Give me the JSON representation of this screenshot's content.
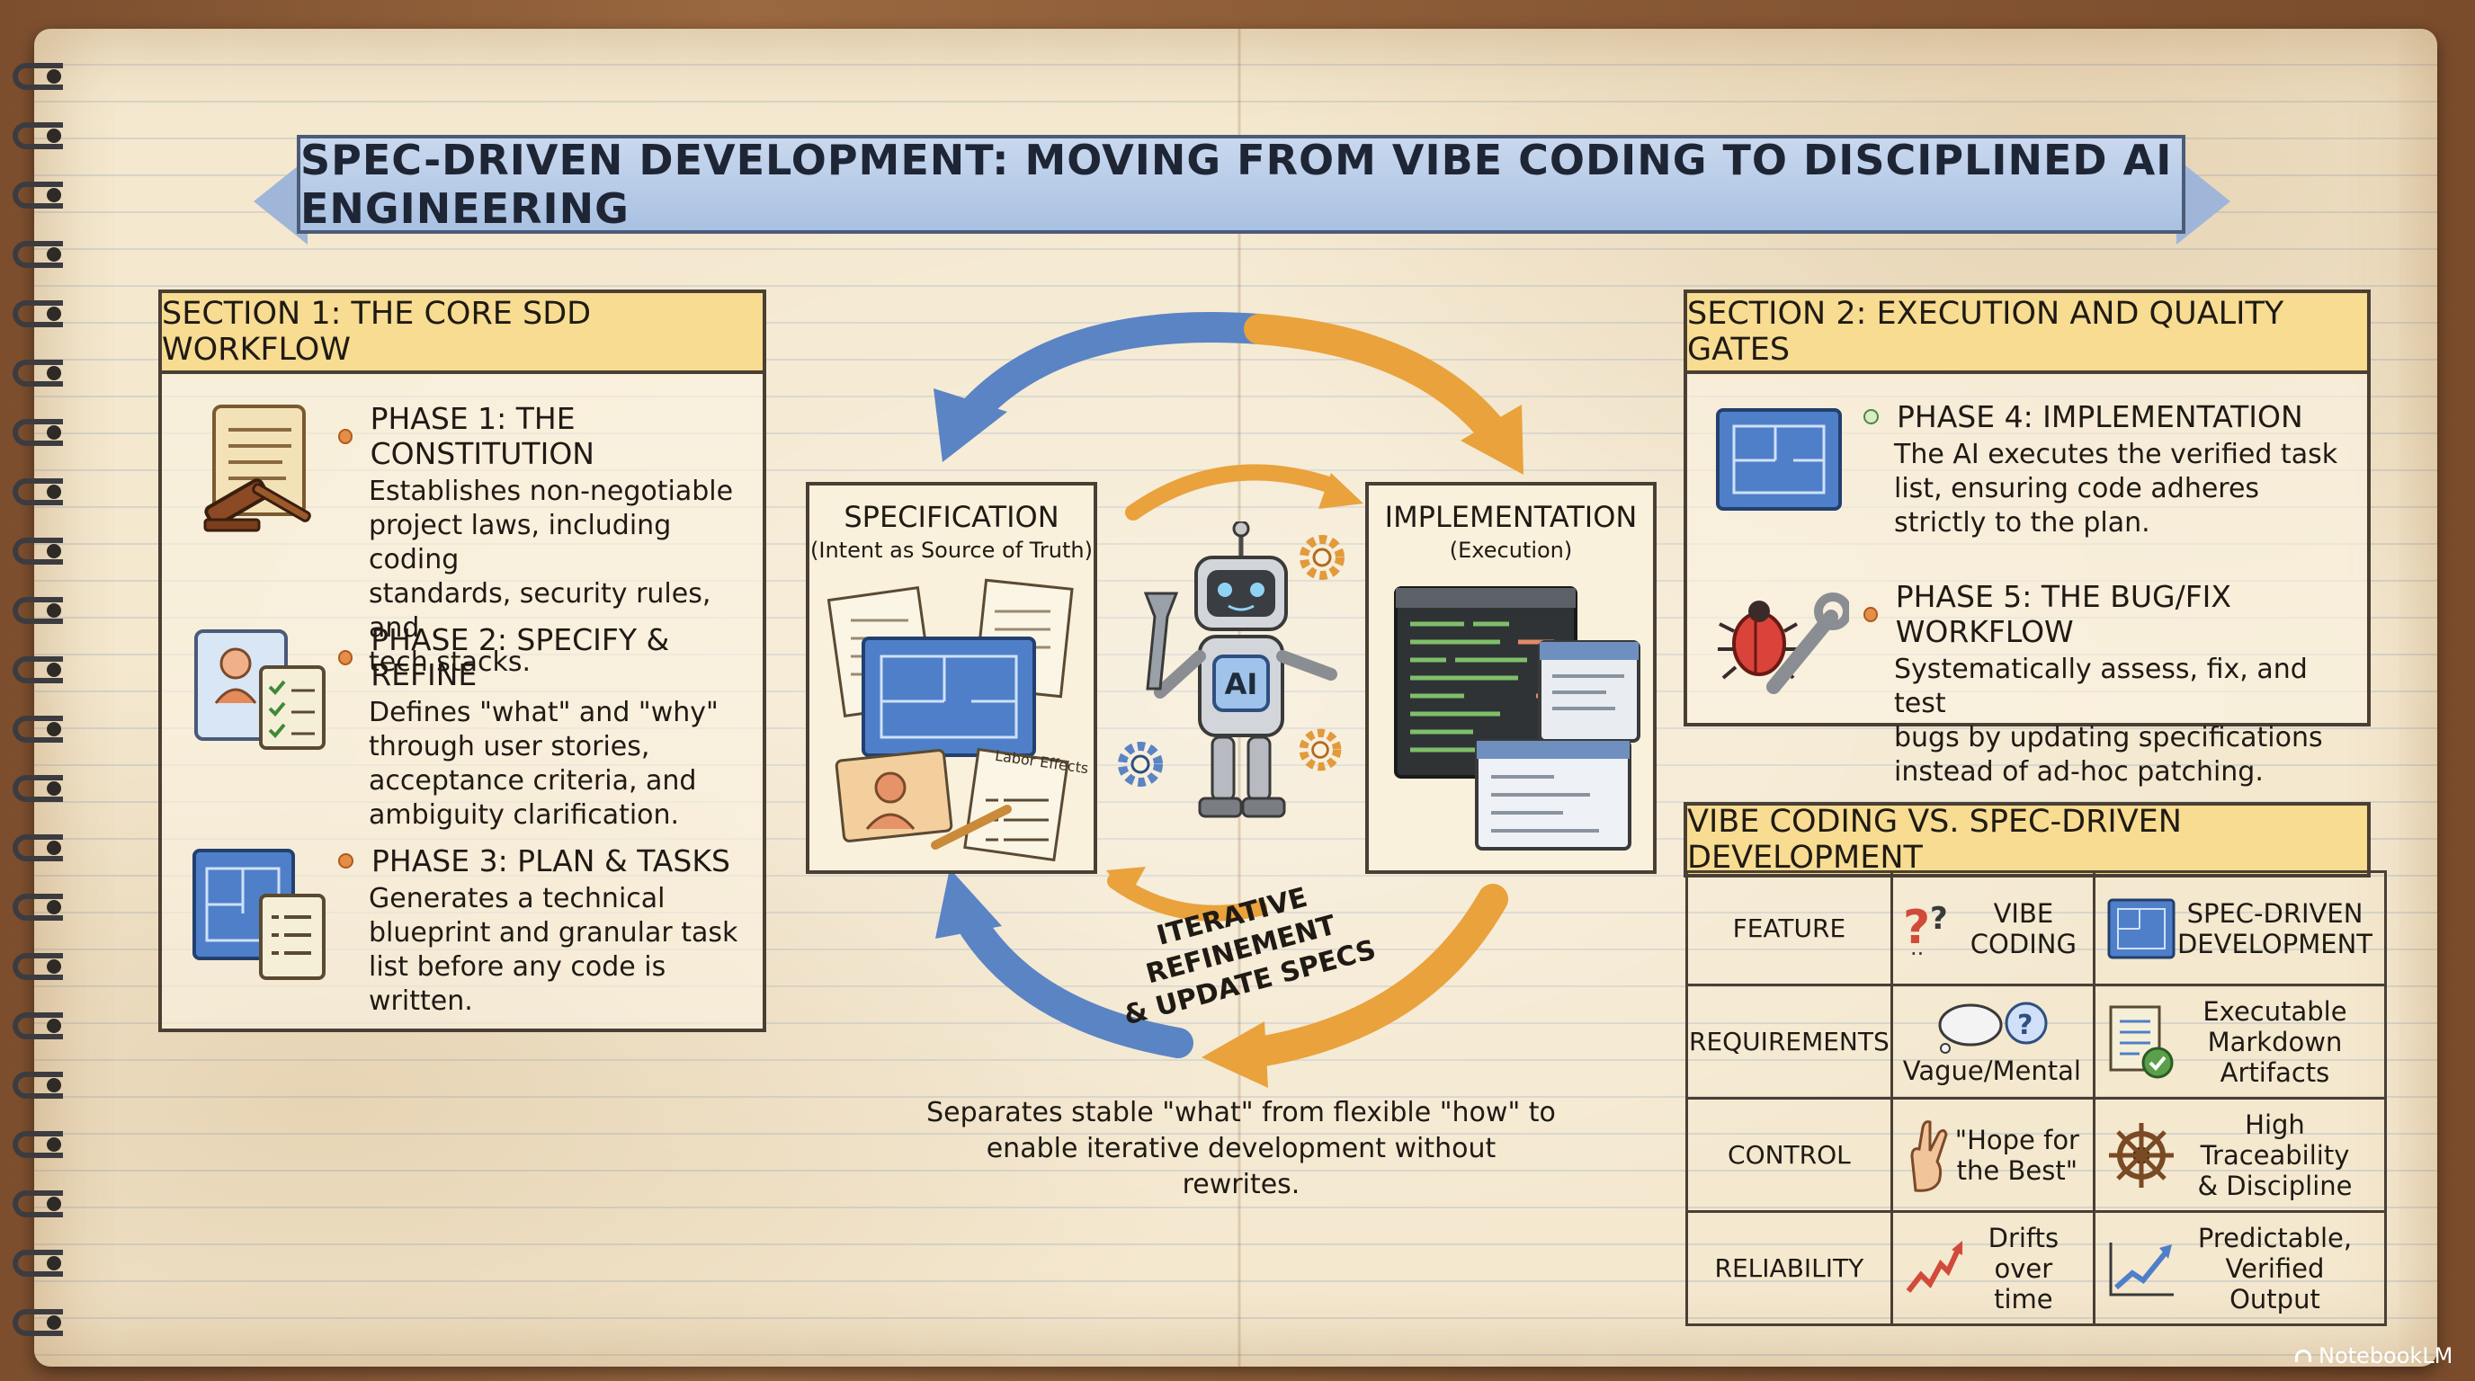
{
  "title": "SPEC-DRIVEN DEVELOPMENT: MOVING FROM VIBE CODING TO DISCIPLINED AI ENGINEERING",
  "section1": {
    "heading": "SECTION 1: THE CORE SDD WORKFLOW",
    "phases": [
      {
        "title": "PHASE 1: THE CONSTITUTION",
        "desc": "Establishes non-negotiable\nproject laws, including coding\nstandards, security rules, and\ntech stacks.",
        "icon": "gavel-scroll-icon"
      },
      {
        "title": "PHASE 2: SPECIFY & REFINE",
        "desc": "Defines \"what\" and \"why\"\nthrough user stories,\nacceptance criteria, and\nambiguity clarification.",
        "icon": "user-story-checklist-icon"
      },
      {
        "title": "PHASE 3: PLAN & TASKS",
        "desc": "Generates a technical\nblueprint and granular task\nlist before any code is written.",
        "icon": "blueprint-clipboard-icon"
      }
    ]
  },
  "cycle": {
    "spec_title": "SPECIFICATION",
    "spec_sub": "(Intent as Source of Truth)",
    "impl_title": "IMPLEMENTATION",
    "impl_sub": "(Execution)",
    "robot_label": "AI",
    "paper_note": "Labor Effects",
    "loop_line1": "ITERATIVE REFINEMENT",
    "loop_line2": "& UPDATE SPECS",
    "caption": "Separates stable \"what\" from flexible \"how\" to\nenable iterative development without rewrites."
  },
  "section2": {
    "heading": "SECTION 2: EXECUTION AND QUALITY GATES",
    "phases": [
      {
        "title": "PHASE 4: IMPLEMENTATION",
        "desc": "The AI executes the verified task\nlist, ensuring code adheres\nstrictly to the plan.",
        "icon": "blueprint-icon"
      },
      {
        "title": "PHASE 5: THE BUG/FIX WORKFLOW",
        "desc": "Systematically assess, fix, and test\nbugs by updating specifications\ninstead of ad-hoc patching.",
        "icon": "bug-wrench-icon"
      }
    ]
  },
  "comparison": {
    "heading": "VIBE CODING VS. SPEC-DRIVEN DEVELOPMENT",
    "header": {
      "feature": "FEATURE",
      "vibe": "VIBE\nCODING",
      "spec": "SPEC-DRIVEN\nDEVELOPMENT"
    },
    "rows": [
      {
        "feature": "REQUIREMENTS",
        "vibe": "Vague/Mental",
        "spec": "Executable\nMarkdown\nArtifacts"
      },
      {
        "feature": "CONTROL",
        "vibe": "\"Hope for\nthe Best\"",
        "spec": "High\nTraceability\n& Discipline"
      },
      {
        "feature": "RELIABILITY",
        "vibe": "Drifts\nover time",
        "spec": "Predictable,\nVerified Output"
      }
    ]
  },
  "watermark": "NotebookLM",
  "colors": {
    "banner": "#b3c8e6",
    "header_fill": "#f7dc91",
    "arrow_blue": "#5b84c4",
    "arrow_orange": "#e9a23c",
    "blueprint": "#4f7fc8"
  }
}
